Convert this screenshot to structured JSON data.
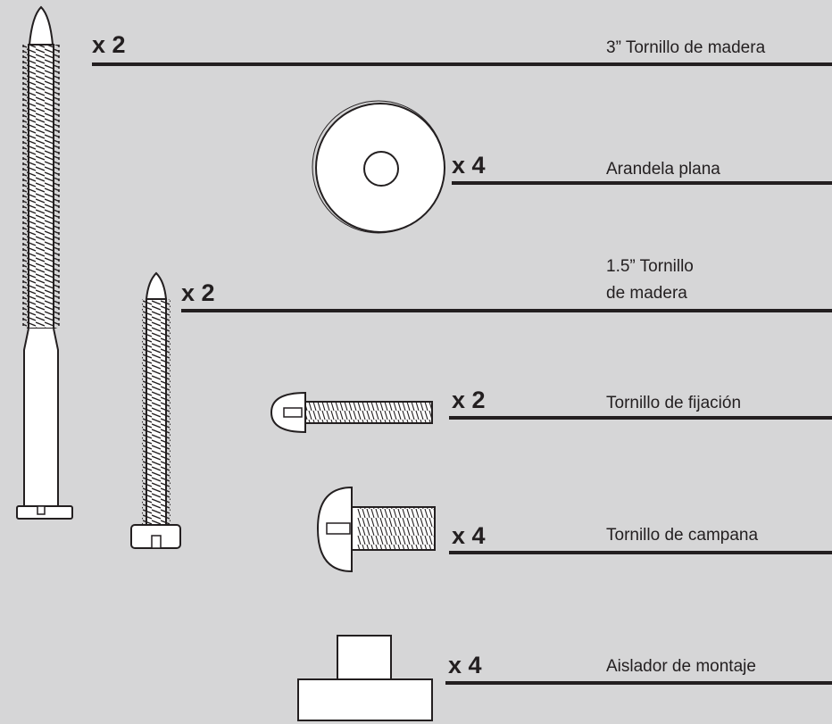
{
  "parts": [
    {
      "id": "wood-screw-3in",
      "quantity": "x 2",
      "label": "3” Tornillo de madera"
    },
    {
      "id": "flat-washer",
      "quantity": "x 4",
      "label": "Arandela plana"
    },
    {
      "id": "wood-screw-1-5in",
      "quantity": "x 2",
      "label_line1": "1.5” Tornillo",
      "label_line2": "de madera"
    },
    {
      "id": "set-screw",
      "quantity": "x 2",
      "label": "Tornillo de fijación"
    },
    {
      "id": "bell-screw",
      "quantity": "x 4",
      "label": "Tornillo de campana"
    },
    {
      "id": "mounting-isolator",
      "quantity": "x 4",
      "label": "Aislador de montaje"
    }
  ],
  "colors": {
    "background": "#d6d6d7",
    "ink": "#231f20",
    "part_fill": "#ffffff"
  }
}
